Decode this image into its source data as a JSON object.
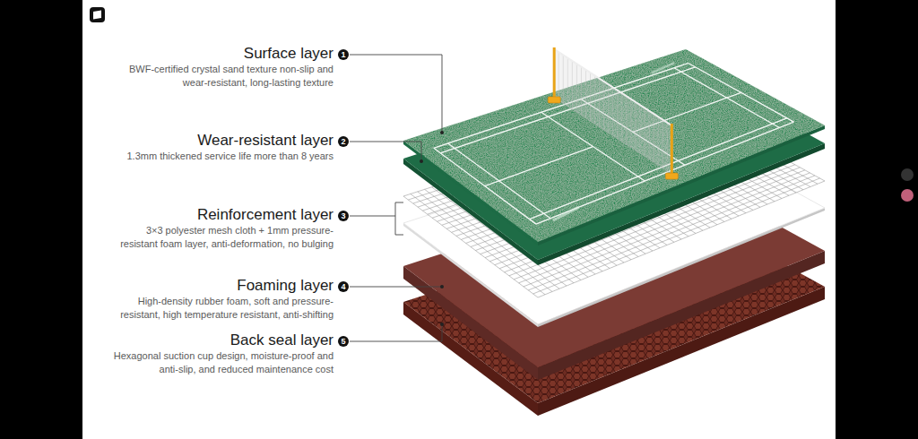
{
  "diagram": {
    "labels": [
      "Surface layer",
      "1",
      "BWF-certified crystal sand texture non-slip and wear-resistant, long-lasting texture",
      "Wear-resistant layer",
      "2",
      "1.3mm thickened service life more than 8 years",
      "Reinforcement layer",
      "3",
      "3×3 polyester mesh cloth + 1mm pressure-resistant foam layer, anti-deformation, no bulging",
      "Foaming layer",
      "4",
      "High-density rubber foam, soft and pressure-resistant, high temperature resistant, anti-shifting",
      "Back seal layer",
      "5",
      "Hexagonal suction cup design, moisture-proof and anti-slip, and reduced maintenance cost"
    ]
  }
}
